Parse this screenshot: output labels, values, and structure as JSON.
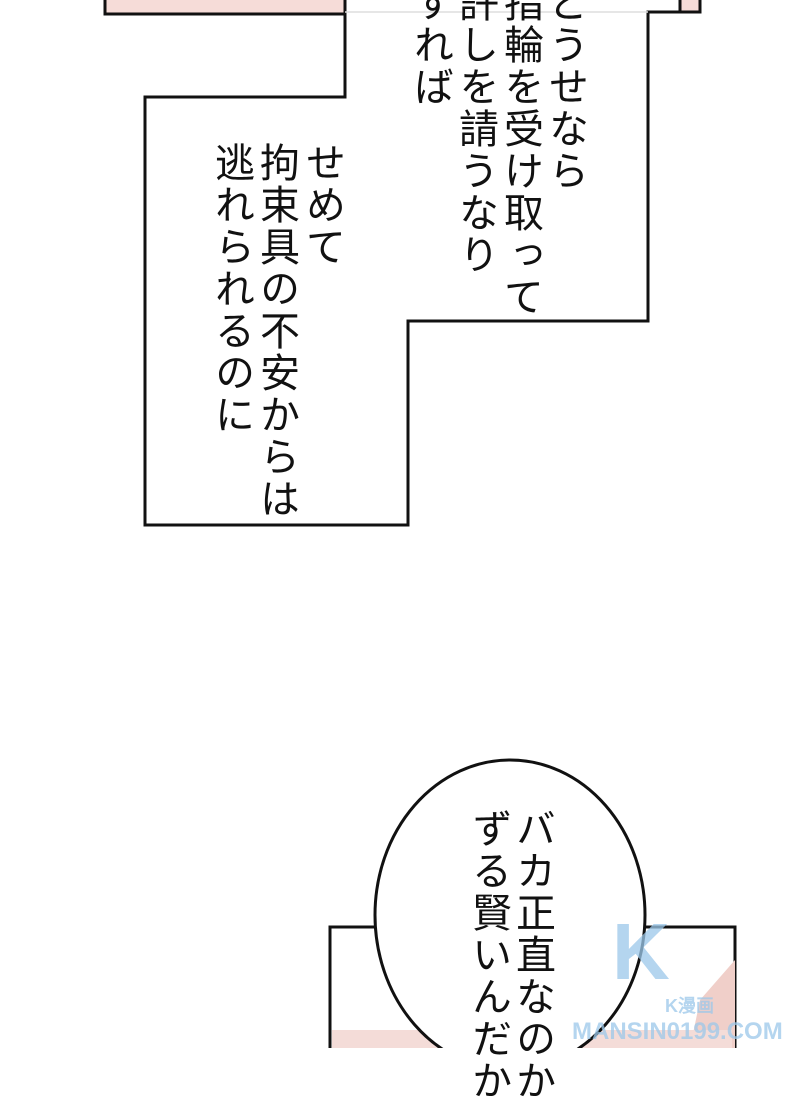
{
  "caption_box_1": {
    "lines": [
      "どうせなら",
      "指輪を受け取って",
      "許しを請うなり",
      "すれば"
    ]
  },
  "caption_box_2": {
    "lines": [
      "せめて",
      "拘束具の不安からは",
      "逃れられるのに"
    ]
  },
  "speech_bubble": {
    "lines": [
      "バカ正直なのか",
      "ずる賢いんだか"
    ]
  },
  "watermark": {
    "logo": "K",
    "brand": "K漫画",
    "url": "MANSIN0199.COM"
  },
  "colors": {
    "panel_pink": "#f3d6d2",
    "border": "#111111",
    "watermark": "#9cc8ea"
  }
}
